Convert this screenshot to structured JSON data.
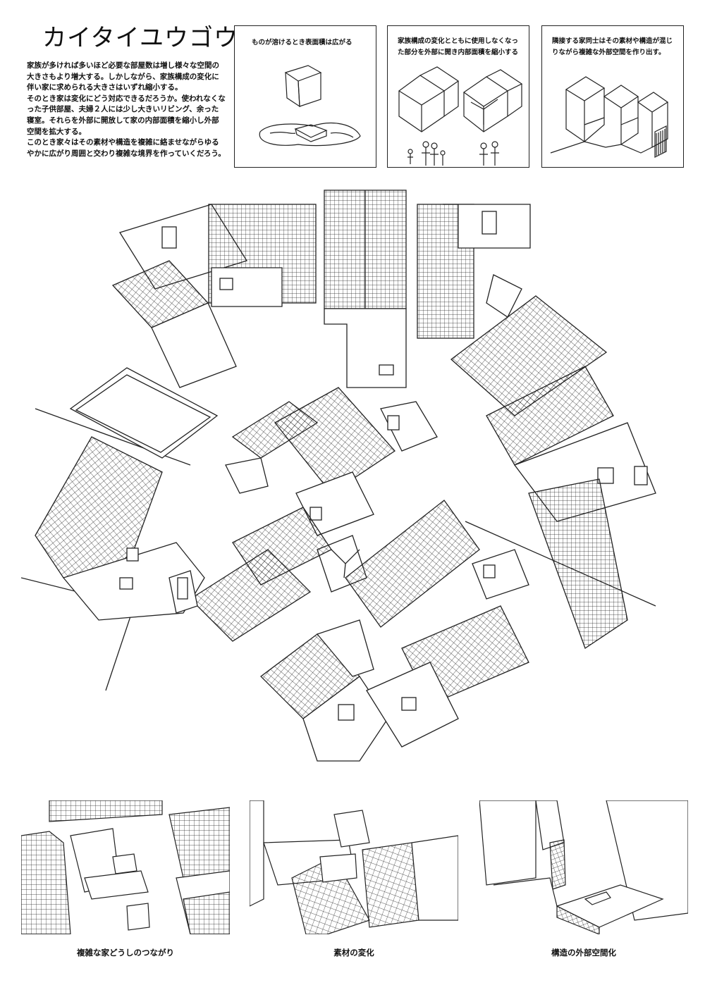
{
  "title": "カイタイユウゴウ",
  "intro": [
    "家族が多ければ多いほど必要な部屋数は増し様々な空間の大きさもより増大する。しかしながら、家族構成の変化に伴い家に求められる大きさはいずれ縮小する。",
    "そのとき家は変化にどう対応できるだろうか。使われなくなった子供部屋、夫婦２人には少し大きいリビング、余った寝室。それらを外部に開放して家の内部面積を縮小し外部空間を拡大する。",
    "このとき家々はその素材や構造を複雑に絡ませながらゆるやかに広がり周囲と交わり複雑な境界を作っていくだろう。"
  ],
  "panels": {
    "melt_caption": "ものが溶けるとき表面積は広がる",
    "family_caption": "家族構成の変化とともに使用しなくなった部分を外部に開き内部面積を縮小する",
    "neighbor_caption": "隣接する家同士はその素材や構造が混じりながら複雑な外部空間を作り出す。"
  },
  "bottom_captions": {
    "connection": "複雑な家どうしのつながり",
    "material": "素材の変化",
    "structure": "構造の外部空間化"
  }
}
